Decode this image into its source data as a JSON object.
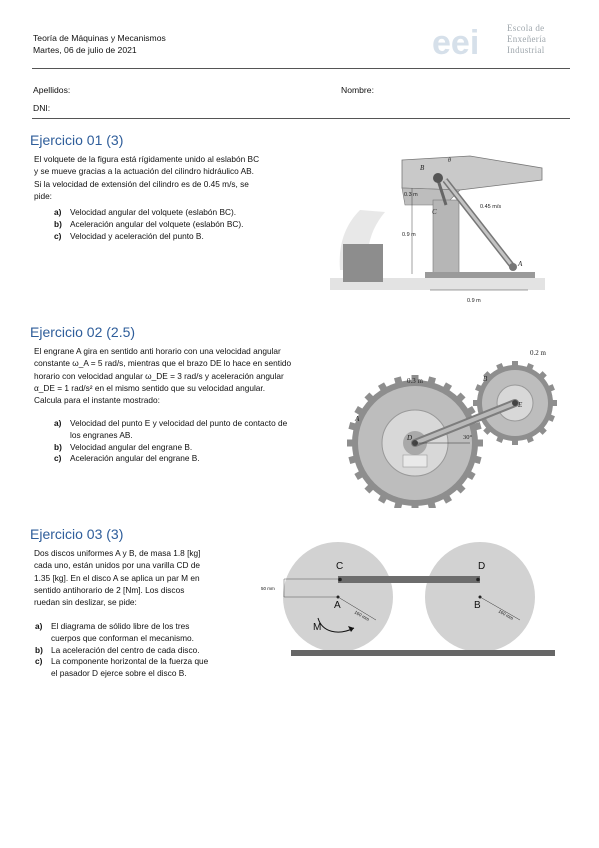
{
  "header": {
    "course": "Teoría de Máquinas y Mecanismos",
    "date": "Martes, 06 de julio de 2021",
    "logo_mark": "eei",
    "logo_lines": [
      "Escola de",
      "Enxeñería",
      "Industrial"
    ]
  },
  "student": {
    "surname_label": "Apellidos:",
    "name_label": "Nombre:",
    "id_label": "DNI:"
  },
  "ex1": {
    "title": "Ejercicio 01 (3)",
    "lines": [
      "El volquete de la figura está rígidamente unido al eslabón BC",
      "y se mueve gracias a la actuación del cilindro hidráulico AB.",
      "Si la velocidad de extensión del cilindro es de 0.45 m/s, se",
      "pide:"
    ],
    "items": [
      {
        "label": "a)",
        "text": "Velocidad angular del volquete (eslabón BC)."
      },
      {
        "label": "b)",
        "text": "Aceleración angular del volquete (eslabón BC)."
      },
      {
        "label": "c)",
        "text": "Velocidad y aceleración del punto B."
      }
    ],
    "figure": {
      "b": "B",
      "c": "C",
      "a": "A",
      "d1": "0.3 m",
      "d2": "0.9 m",
      "d3": "0.9 m",
      "vel": "0.45 m/s",
      "theta": "θ"
    }
  },
  "ex2": {
    "title": "Ejercicio 02 (2.5)",
    "lines": [
      "El engrane A gira en sentido anti horario con una velocidad angular",
      "constante ω_A = 5 rad/s, mientras que el brazo DE lo hace en sentido",
      "horario con velocidad angular ω_DE = 3 rad/s y aceleración angular",
      "α_DE = 1 rad/s² en el mismo sentido que su velocidad angular.",
      "Calcula para el instante mostrado:"
    ],
    "items": [
      {
        "label": "a)",
        "text": "Velocidad del punto E y velocidad del punto de contacto de"
      },
      {
        "label": "",
        "text": "los engranes AB."
      },
      {
        "label": "b)",
        "text": "Velocidad angular del engrane B."
      },
      {
        "label": "c)",
        "text": "Aceleración angular del engrane B."
      }
    ],
    "figure": {
      "r_small": "0.2 m",
      "r_big": "0.3 m",
      "a": "A",
      "b": "B",
      "d": "D",
      "e": "E",
      "angle": "30°"
    }
  },
  "ex3": {
    "title": "Ejercicio 03 (3)",
    "lines": [
      "Dos discos uniformes A y B, de masa 1.8 [kg]",
      "cada uno, están unidos por una varilla CD de",
      "1.35 [kg]. En el disco A se aplica un par M en",
      "sentido antihorario de 2 [Nm]. Los discos",
      "ruedan sin deslizar, se pide:"
    ],
    "items": [
      {
        "label": "a)",
        "text": "El diagrama de sólido libre de los tres"
      },
      {
        "label": "",
        "text": "cuerpos que conforman el mecanismo."
      },
      {
        "label": "b)",
        "text": "La aceleración del centro de cada disco."
      },
      {
        "label": "c)",
        "text": "La componente horizontal de la fuerza que"
      },
      {
        "label": "",
        "text": "el pasador D ejerce sobre el disco B."
      }
    ],
    "figure": {
      "c": "C",
      "d": "D",
      "a": "A",
      "b": "B",
      "m": "M",
      "offset": "50 mm",
      "r1": "160 mm",
      "r2": "160 mm"
    }
  }
}
